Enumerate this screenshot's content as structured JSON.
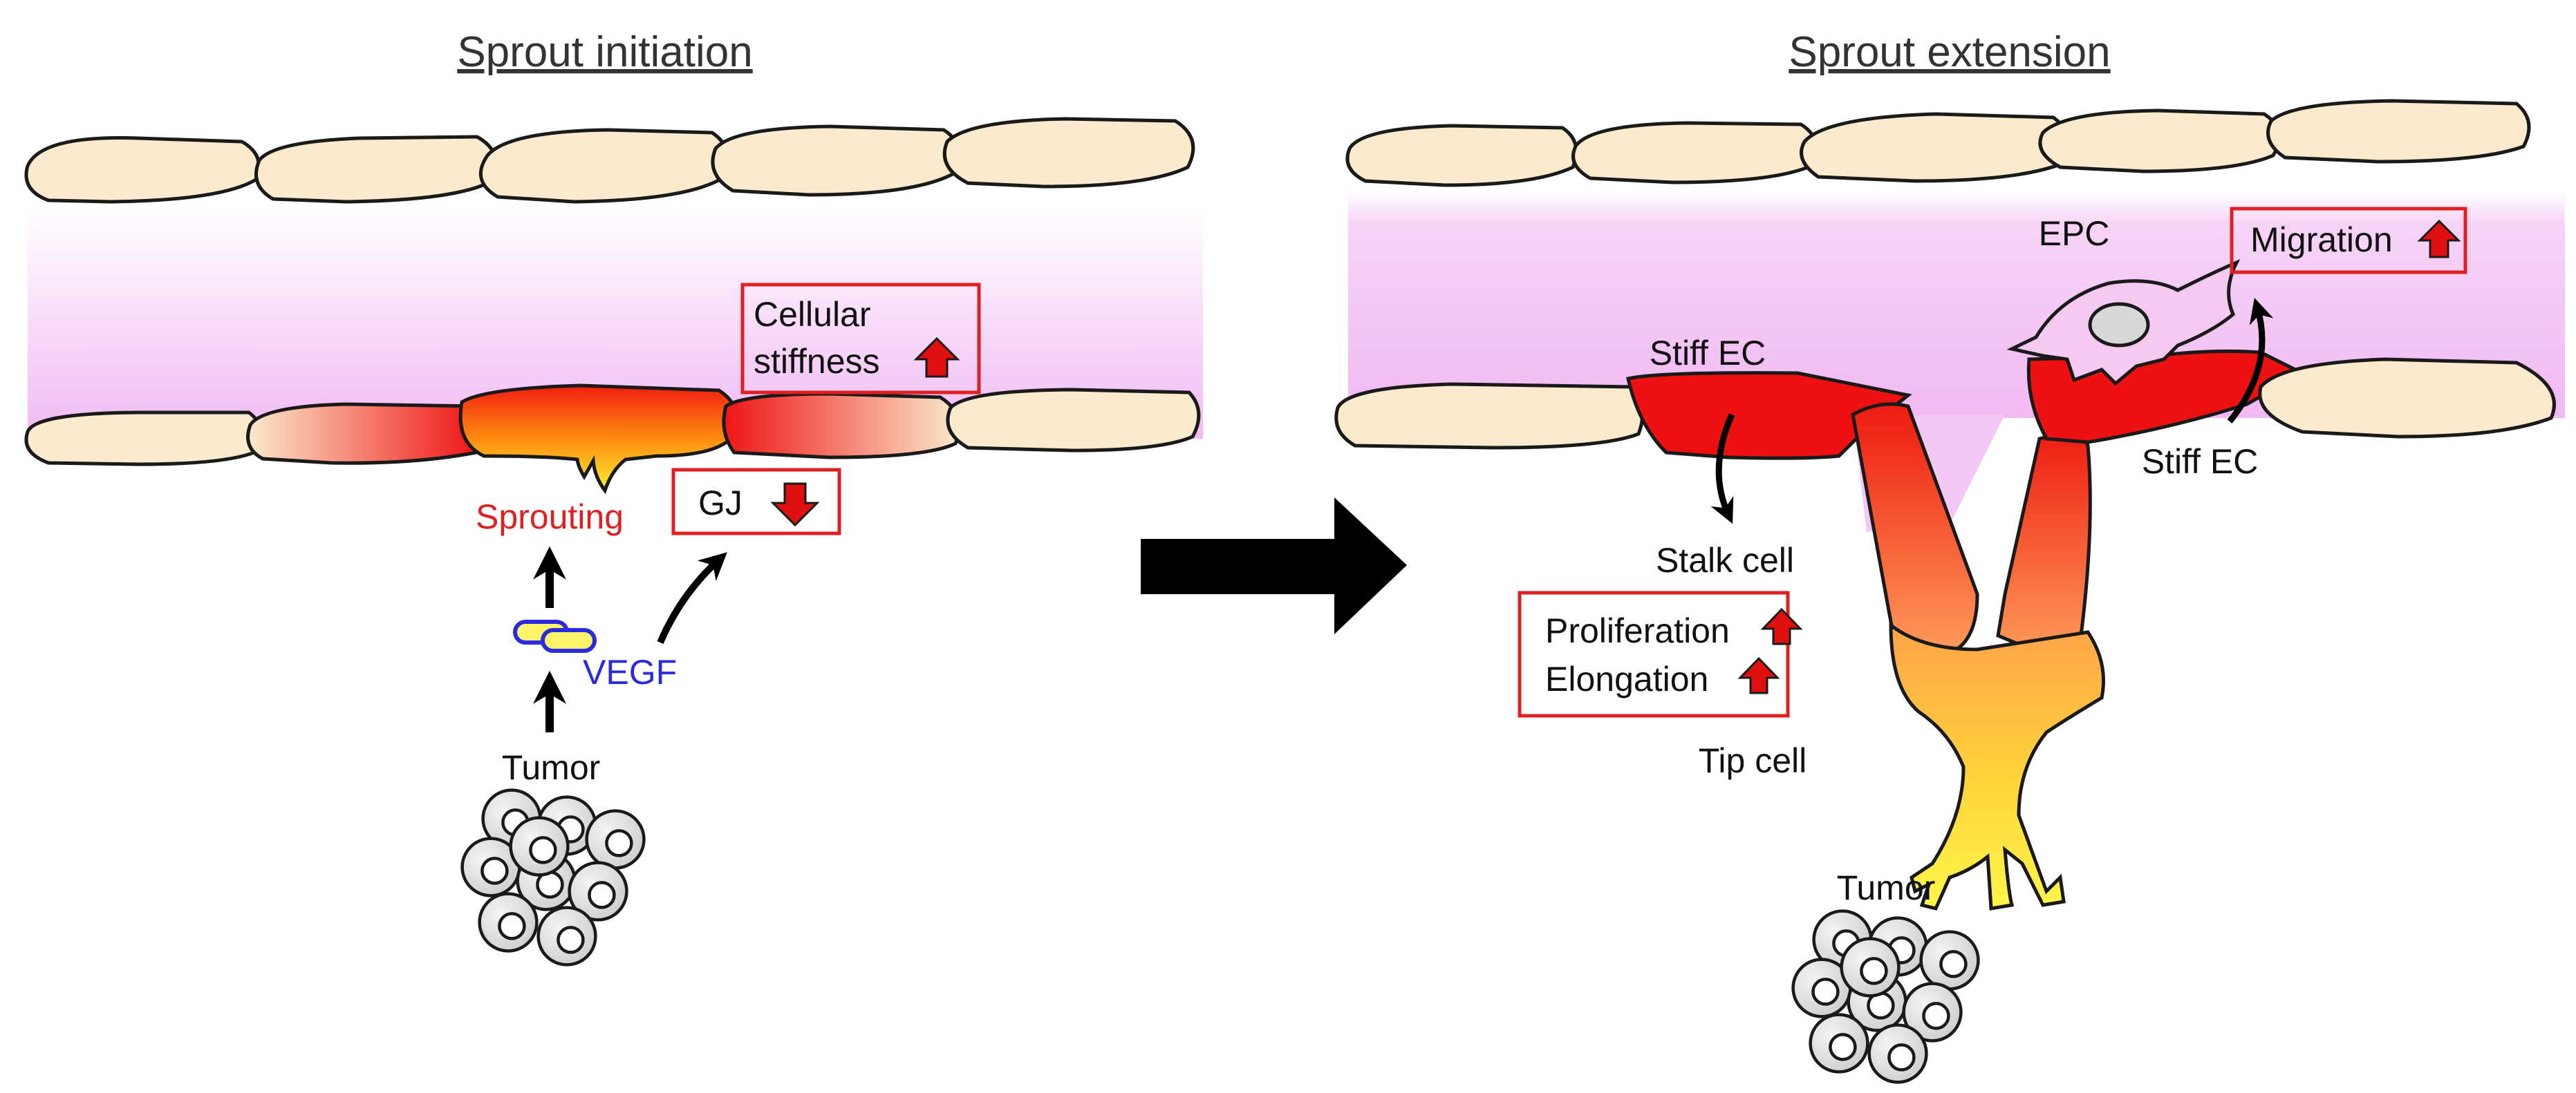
{
  "panels": {
    "left": {
      "title": "Sprout initiation",
      "labels": {
        "cellular_stiffness_line1": "Cellular",
        "cellular_stiffness_line2": "stiffness",
        "gj": "GJ",
        "sprouting": "Sprouting",
        "vegf": "VEGF",
        "tumor": "Tumor"
      }
    },
    "right": {
      "title": "Sprout extension",
      "labels": {
        "epc": "EPC",
        "migration": "Migration",
        "stiff_ec_left": "Stiff EC",
        "stiff_ec_right": "Stiff EC",
        "stalk_cell": "Stalk cell",
        "proliferation": "Proliferation",
        "elongation": "Elongation",
        "tip_cell": "Tip cell",
        "tumor": "Tumor"
      }
    }
  },
  "colors": {
    "cell_fill": "#fbeacb",
    "lumen": "#f4c8f4",
    "stiff_red": "#ee1111",
    "tip_yellow": "#fff230",
    "box_red": "#e02020",
    "up_arrow": "#e01010",
    "down_arrow": "#e01010",
    "vegf_blue": "#2a2ae0",
    "tumor_cell": "#dddddd"
  },
  "icons": {
    "up": "red-up-arrow-icon",
    "down": "red-down-arrow-icon",
    "transition": "black-right-arrow-icon"
  }
}
